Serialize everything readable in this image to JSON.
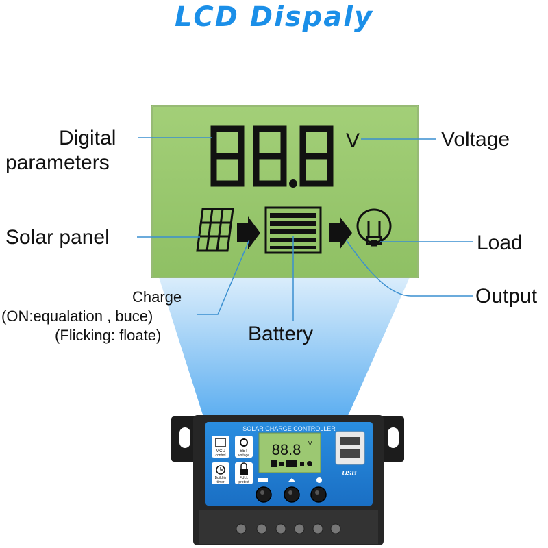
{
  "title": "LCD Dispaly",
  "labels": {
    "digital_parameters_line1": "Digital",
    "digital_parameters_line2": "parameters",
    "voltage": "Voltage",
    "solar_panel": "Solar panel",
    "load": "Load",
    "output": "Output",
    "charge_line1": "Charge",
    "charge_line2": "(ON:equalation , buce)",
    "charge_line3": "(Flicking: floate)",
    "battery": "Battery"
  },
  "lcd": {
    "digits": "88.8",
    "unit": "V"
  },
  "controller": {
    "header": "SOLAR CHARGE CONTROLLER",
    "mcu_label_1": "MCU",
    "mcu_label_2": "control",
    "set_label_1": "SET",
    "set_label_2": "voltage",
    "timer_label_1": "Build-in",
    "timer_label_2": "timer",
    "protect_label_1": "FULL",
    "protect_label_2": "protect",
    "lcd_digits": "88.8",
    "lcd_unit": "V",
    "usb_label": "USB"
  },
  "colors": {
    "title_blue": "#1b8fe8",
    "lcd_green": "#98c76e",
    "panel_blue": "#1f7fd6",
    "controller_body": "#2b2b2b"
  }
}
